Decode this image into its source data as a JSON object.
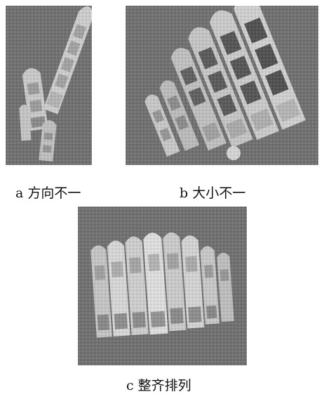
{
  "figure": {
    "panels": [
      {
        "id": "a",
        "caption": "a 方向不一"
      },
      {
        "id": "b",
        "caption": "b 大小不一"
      },
      {
        "id": "c",
        "caption": "c 整齐排列"
      }
    ]
  },
  "colors": {
    "water": "#6f6f6f",
    "hull": "#d9d9d9",
    "deck": "#a8a8a8",
    "hatch": "#4a4a4a"
  }
}
